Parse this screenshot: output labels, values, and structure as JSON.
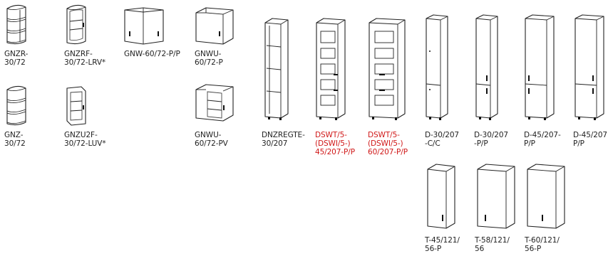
{
  "items": [
    {
      "code": "GNZR-\n30/72",
      "color": "#222222"
    },
    {
      "code": "GNZRF-\n30/72-LRV*",
      "color": "#222222"
    },
    {
      "code": "GNW-60/72-P/P",
      "color": "#222222"
    },
    {
      "code": "GNWU-\n60/72-P",
      "color": "#222222"
    },
    {
      "code": "GNZ-\n30/72",
      "color": "#222222"
    },
    {
      "code": "GNZU2F-\n30/72-LUV*",
      "color": "#222222"
    },
    {
      "code": "GNWU-\n60/72-PV",
      "color": "#222222"
    },
    {
      "code": "DNZREGTE-\n30/207",
      "color": "#222222"
    },
    {
      "code": "DSWT/5-\n(DSWI/5-)\n45/207-P/P",
      "color": "#d01818"
    },
    {
      "code": "DSWT/5-\n(DSWI/5-)\n60/207-P/P",
      "color": "#d01818"
    },
    {
      "code": "D-30/207\n-C/C",
      "color": "#222222"
    },
    {
      "code": "D-30/207\n-P/P",
      "color": "#222222"
    },
    {
      "code": "D-45/207-\nP/P",
      "color": "#222222"
    },
    {
      "code": "D-45/207\nP/P",
      "color": "#222222"
    },
    {
      "code": "T-45/121/\n56-P",
      "color": "#222222"
    },
    {
      "code": "T-58/121/\n56",
      "color": "#222222"
    },
    {
      "code": "T-60/121/\n56-P",
      "color": "#222222"
    }
  ]
}
